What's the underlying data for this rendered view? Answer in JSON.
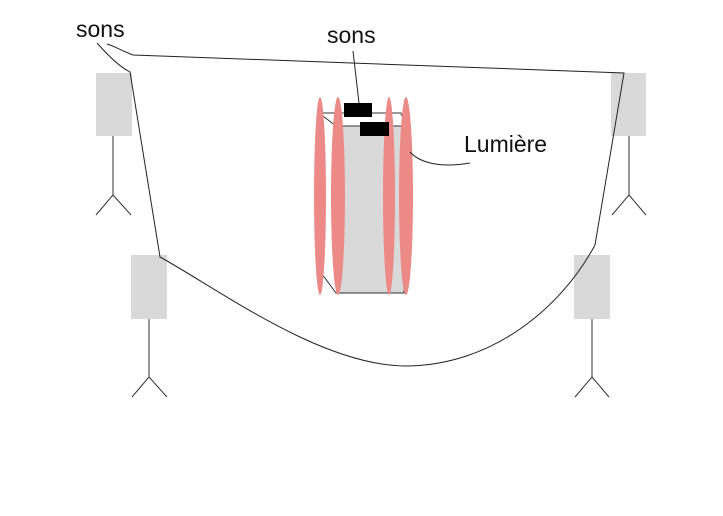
{
  "labels": {
    "sound_left": "sons",
    "sound_center": "sons",
    "light": "Lumière"
  },
  "colors": {
    "speaker_fill": "#d9d9d9",
    "light_fill": "#ec8a88",
    "box_fill": "#d9d9d9",
    "wire": "#222222",
    "device": "#000000"
  }
}
